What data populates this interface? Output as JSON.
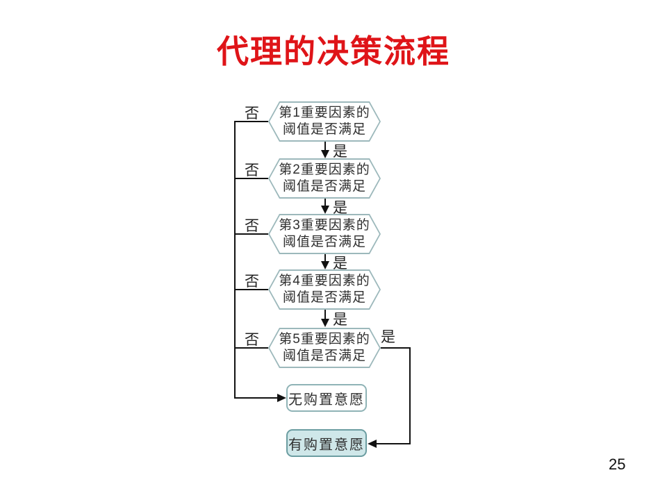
{
  "slide": {
    "title": "代理的决策流程",
    "page_number": "25"
  },
  "flowchart": {
    "type": "flowchart",
    "decisions": [
      {
        "line1": "第1重要因素的",
        "line2": "阈值是否满足",
        "no_label": "否",
        "yes_label": "是"
      },
      {
        "line1": "第2重要因素的",
        "line2": "阈值是否满足",
        "no_label": "否",
        "yes_label": "是"
      },
      {
        "line1": "第3重要因素的",
        "line2": "阈值是否满足",
        "no_label": "否",
        "yes_label": "是"
      },
      {
        "line1": "第4重要因素的",
        "line2": "阈值是否满足",
        "no_label": "否",
        "yes_label": "是"
      },
      {
        "line1": "第5重要因素的",
        "line2": "阈值是否满足",
        "no_label": "否",
        "yes_label": "是"
      }
    ],
    "outcomes": {
      "negative": "无购置意愿",
      "positive": "有购置意愿"
    },
    "logic": "Each decision: yes continues to next factor; no leads to negative outcome; yes on factor 5 leads to positive outcome",
    "colors": {
      "title": "#df1418",
      "hexagon_border": "#9cb8bb",
      "hexagon_fill": "#ffffff",
      "outcome_negative_fill": "#ffffff",
      "outcome_negative_border": "#8fb3b6",
      "outcome_positive_fill": "#cfe7e9",
      "outcome_positive_border": "#6b9da1",
      "connector": "#111111"
    }
  }
}
